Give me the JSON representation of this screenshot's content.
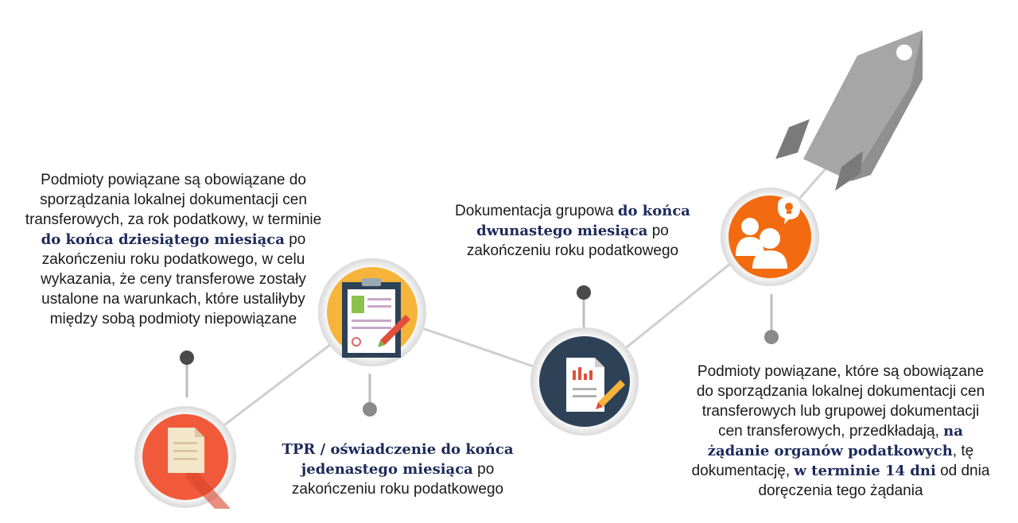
{
  "texts": {
    "t1": {
      "l1": "Podmioty powiązane są obowiązane do",
      "l2": "sporządzania lokalnej dokumentacji cen",
      "l3": "transferowych, za rok podatkowy, w terminie",
      "l4_bold": "do końca dziesiątego miesiąca",
      "l4_rest": " po",
      "l5": "zakończeniu roku podatkowego, w celu",
      "l6": "wykazania, że ceny transferowe zostały",
      "l7": "ustalone na warunkach, które ustaliłyby",
      "l8": "między sobą podmioty niepowiązane"
    },
    "t2": {
      "l1_bold": "TPR / oświadczenie do końca",
      "l2_bold": "jedenastego miesiąca",
      "l2_rest": " po",
      "l3": "zakończeniu roku podatkowego"
    },
    "t3": {
      "l1_plain": "Dokumentacja grupowa ",
      "l1_bold": "do końca",
      "l2_bold": "dwunastego miesiąca",
      "l2_rest": " po",
      "l3": "zakończeniu roku podatkowego"
    },
    "t4": {
      "l1": "Podmioty powiązane, które są obowiązane",
      "l2": "do sporządzania lokalnej dokumentacji cen",
      "l3": "transferowych lub grupowej dokumentacji",
      "l4_plain": "cen transferowych, przedkładają, ",
      "l4_bold": "na",
      "l5_bold": "żądanie organów podatkowych",
      "l5_rest": ", tę",
      "l6_plain": "dokumentację, ",
      "l6_bold": "w terminie 14 dni",
      "l6_rest": " od dnia",
      "l7": "doręczenia tego żądania"
    }
  },
  "icons": {
    "step1": {
      "name": "document-icon",
      "circle_color": "#f05a3b"
    },
    "step2": {
      "name": "clipboard-checklist-icon",
      "circle_color": "#f6b43a"
    },
    "step3": {
      "name": "report-chart-icon",
      "circle_color": "#2e4257"
    },
    "step4": {
      "name": "people-ideas-icon",
      "circle_color": "#f26b10"
    },
    "rocket": {
      "name": "rocket-icon",
      "color": "#a3a3a3"
    }
  }
}
